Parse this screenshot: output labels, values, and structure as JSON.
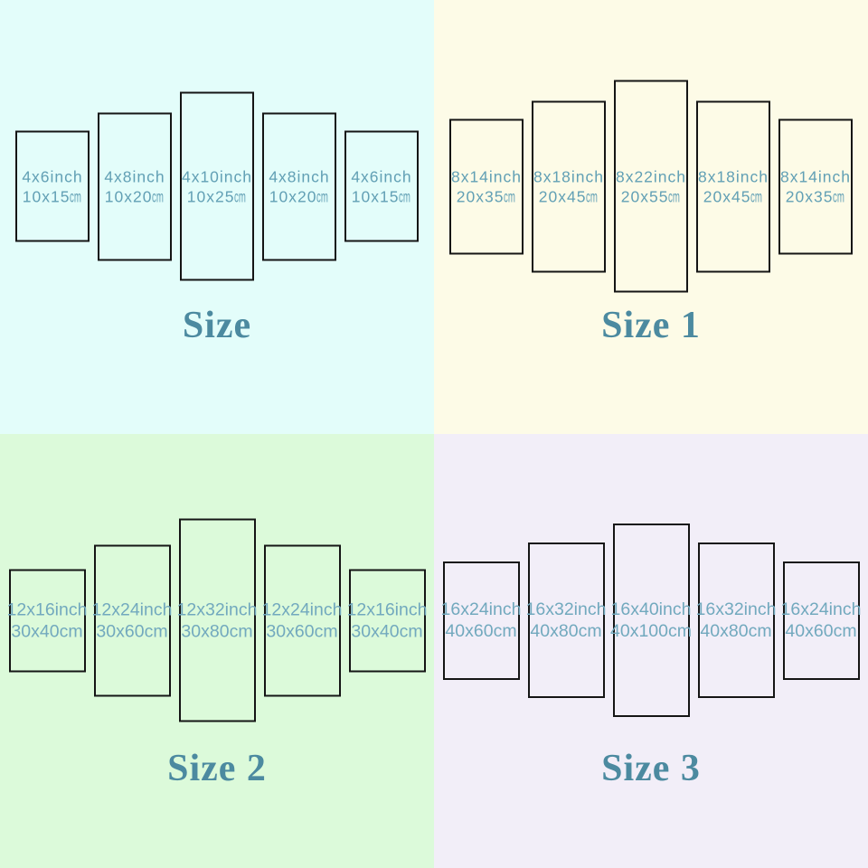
{
  "colors": {
    "quadrant_backgrounds": [
      "#e3fdfa",
      "#fdfbe7",
      "#dcfada",
      "#f2eef8"
    ],
    "panel_border": "#151515",
    "dimension_text_top": "#62a0b5",
    "dimension_text_bottom": "#72a9be",
    "title_text": "#4c8aa0"
  },
  "quadrants": [
    {
      "title": "Size",
      "panels": [
        {
          "inch": "4x6inch",
          "cm_value": "10x15",
          "cm_unit": "cm"
        },
        {
          "inch": "4x8inch",
          "cm_value": "10x20",
          "cm_unit": "cm"
        },
        {
          "inch": "4x10inch",
          "cm_value": "10x25",
          "cm_unit": "cm"
        },
        {
          "inch": "4x8inch",
          "cm_value": "10x20",
          "cm_unit": "cm"
        },
        {
          "inch": "4x6inch",
          "cm_value": "10x15",
          "cm_unit": "cm"
        }
      ]
    },
    {
      "title": "Size 1",
      "panels": [
        {
          "inch": "8x14inch",
          "cm_value": "20x35",
          "cm_unit": "cm"
        },
        {
          "inch": "8x18inch",
          "cm_value": "20x45",
          "cm_unit": "cm"
        },
        {
          "inch": "8x22inch",
          "cm_value": "20x55",
          "cm_unit": "cm"
        },
        {
          "inch": "8x18inch",
          "cm_value": "20x45",
          "cm_unit": "cm"
        },
        {
          "inch": "8x14inch",
          "cm_value": "20x35",
          "cm_unit": "cm"
        }
      ]
    },
    {
      "title": "Size 2",
      "panels": [
        {
          "inch": "12x16inch",
          "cm_value": "30x40",
          "cm_unit": "cm"
        },
        {
          "inch": "12x24inch",
          "cm_value": "30x60",
          "cm_unit": "cm"
        },
        {
          "inch": "12x32inch",
          "cm_value": "30x80",
          "cm_unit": "cm"
        },
        {
          "inch": "12x24inch",
          "cm_value": "30x60",
          "cm_unit": "cm"
        },
        {
          "inch": "12x16inch",
          "cm_value": "30x40",
          "cm_unit": "cm"
        }
      ]
    },
    {
      "title": "Size 3",
      "panels": [
        {
          "inch": "16x24inch",
          "cm_value": "40x60",
          "cm_unit": "cm"
        },
        {
          "inch": "16x32inch",
          "cm_value": "40x80",
          "cm_unit": "cm"
        },
        {
          "inch": "16x40inch",
          "cm_value": "40x100",
          "cm_unit": "cm"
        },
        {
          "inch": "16x32inch",
          "cm_value": "40x80",
          "cm_unit": "cm"
        },
        {
          "inch": "16x24inch",
          "cm_value": "40x60",
          "cm_unit": "cm"
        }
      ]
    }
  ]
}
